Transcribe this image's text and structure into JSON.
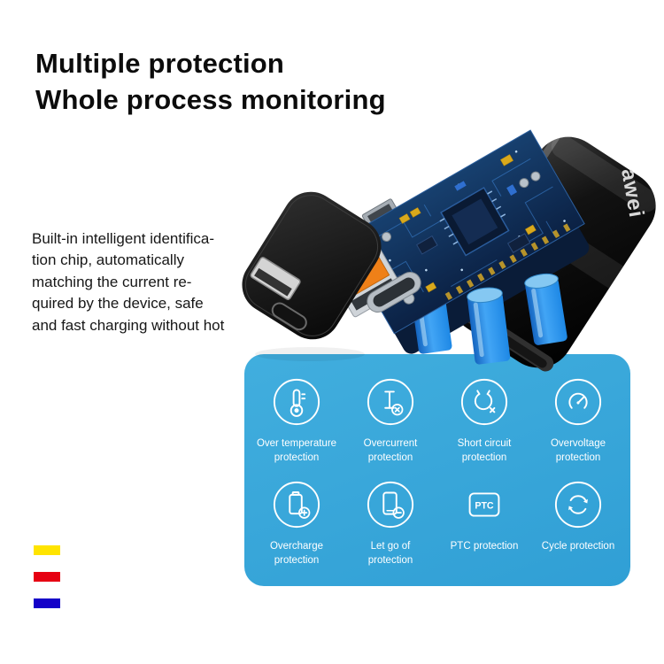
{
  "headline": {
    "line1": "Multiple protection",
    "line2": "Whole process monitoring"
  },
  "description": {
    "lines": [
      "Built-in intelligent identifica-",
      "tion chip, automatically",
      "matching the current re-",
      "quired by the device, safe",
      "and fast charging without hot"
    ]
  },
  "product": {
    "brand": "awei"
  },
  "panel": {
    "bg_color": "#38a8dc",
    "text_color": "#ffffff",
    "features": [
      {
        "icon": "thermometer-icon",
        "label_line1": "Over temperature",
        "label_line2": "protection"
      },
      {
        "icon": "overcurrent-icon",
        "label_line1": "Overcurrent",
        "label_line2": "protection"
      },
      {
        "icon": "short-circuit-icon",
        "label_line1": "Short circuit",
        "label_line2": "protection"
      },
      {
        "icon": "overvoltage-icon",
        "label_line1": "Overvoltage",
        "label_line2": "protection"
      },
      {
        "icon": "overcharge-icon",
        "label_line1": "Overcharge",
        "label_line2": "protection"
      },
      {
        "icon": "let-go-icon",
        "label_line1": "Let go of",
        "label_line2": "protection"
      },
      {
        "icon": "ptc-icon",
        "icon_text": "PTC",
        "label_line1": "PTC protection",
        "label_line2": ""
      },
      {
        "icon": "cycle-icon",
        "label_line1": "Cycle protection",
        "label_line2": ""
      }
    ]
  },
  "swatches": {
    "colors": [
      "#ffe400",
      "#e60012",
      "#1400c8"
    ]
  }
}
